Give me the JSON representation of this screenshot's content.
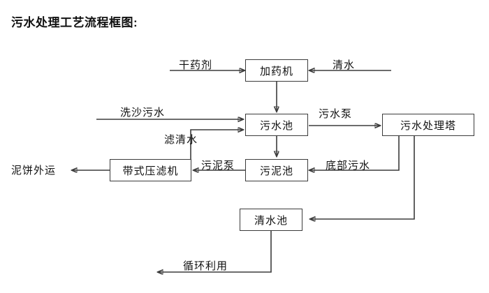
{
  "diagram": {
    "title": "污水处理工艺流程框图:",
    "nodes": [
      {
        "id": "dosing-machine",
        "label": "加药机"
      },
      {
        "id": "sewage-pool",
        "label": "污水池"
      },
      {
        "id": "sewage-treatment-tower",
        "label": "污水处理塔"
      },
      {
        "id": "belt-filter-press",
        "label": "带式压滤机"
      },
      {
        "id": "sludge-pool",
        "label": "污泥池"
      },
      {
        "id": "clean-water-pool",
        "label": "清水池"
      }
    ],
    "edge_labels": [
      {
        "id": "dry-agent",
        "label": "干药剂"
      },
      {
        "id": "clean-water-in",
        "label": "清水"
      },
      {
        "id": "sand-washing-sewage",
        "label": "洗沙污水"
      },
      {
        "id": "filtered-clear-water",
        "label": "滤清水"
      },
      {
        "id": "sewage-pump",
        "label": "污水泵"
      },
      {
        "id": "sludge-pump",
        "label": "污泥泵"
      },
      {
        "id": "bottom-sewage",
        "label": "底部污水"
      },
      {
        "id": "mud-cake-outbound",
        "label": "泥饼外运"
      },
      {
        "id": "recycle-reuse",
        "label": "循环利用"
      }
    ],
    "colors": {
      "stroke": "#3b3b3b",
      "text": "#111111",
      "background": "#ffffff"
    }
  }
}
